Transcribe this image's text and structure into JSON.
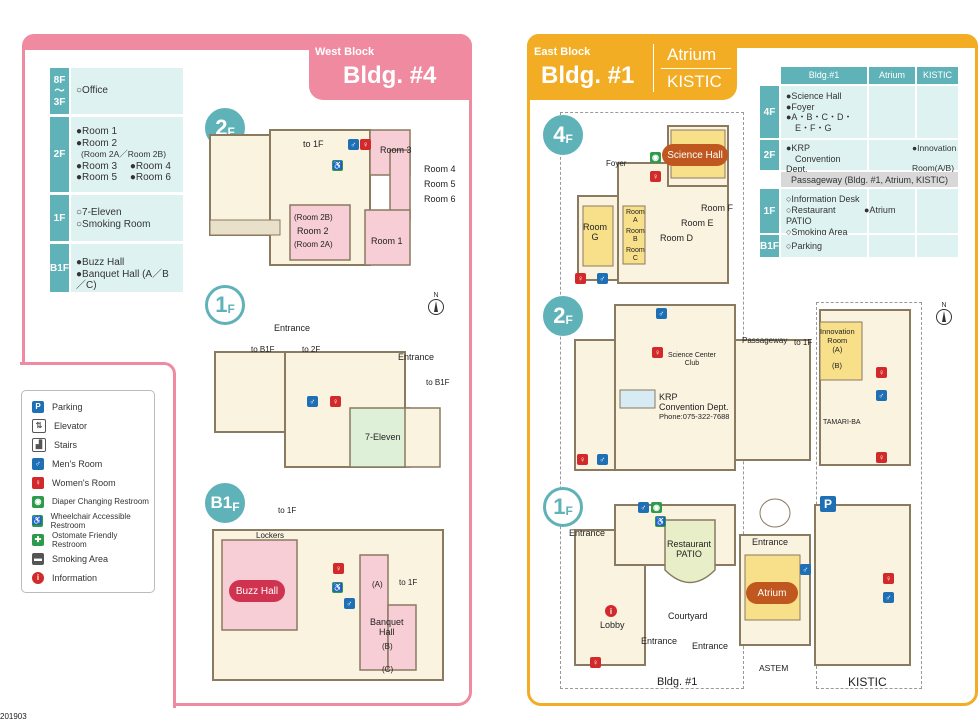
{
  "west": {
    "block_label": "West Block",
    "bldg_label": "Bldg. #4",
    "directory": [
      {
        "floor": "8F\n〜\n3F",
        "items": [
          "○Office"
        ]
      },
      {
        "floor": "2F",
        "items": [
          "●Room 1",
          "●Room 2",
          "(Room 2A／Room 2B)",
          "●Room 3　 ●Room 4",
          "●Room 5　 ●Room 6"
        ]
      },
      {
        "floor": "1F",
        "items": [
          "○7-Eleven",
          "○Smoking Room"
        ]
      },
      {
        "floor": "B1F",
        "items": [
          "●Buzz Hall",
          "●Banquet Hall (A／B／C)"
        ]
      }
    ],
    "floors": {
      "f2": {
        "num": "2",
        "suffix": "F",
        "to1f": "to 1F",
        "room3": "Room 3",
        "room4": "Room 4",
        "room5": "Room 5",
        "room6": "Room 6",
        "room2b": "(Room 2B)",
        "room2": "Room 2",
        "room2a": "(Room 2A)",
        "room1": "Room 1"
      },
      "f1": {
        "num": "1",
        "suffix": "F",
        "entrance1": "Entrance",
        "entrance2": "Entrance",
        "tob1f1": "to B1F",
        "to2f": "to 2F",
        "tob1f2": "to B1F",
        "seven": "7-Eleven",
        "north": "N"
      },
      "b1": {
        "num": "B1",
        "suffix": "F",
        "to1f1": "to 1F",
        "to1f2": "to 1F",
        "lockers": "Lockers",
        "buzz": "Buzz Hall",
        "banquet": "Banquet\nHall",
        "a": "(A)",
        "b": "(B)",
        "c": "(C)"
      }
    }
  },
  "legend": [
    {
      "icon": "parking-icon",
      "color": "#1f6fb5",
      "glyph": "P",
      "label": "Parking"
    },
    {
      "icon": "elevator-icon",
      "color": "#ffffff",
      "glyph": "⇅",
      "label": "Elevator"
    },
    {
      "icon": "stairs-icon",
      "color": "#ffffff",
      "glyph": "▟",
      "label": "Stairs"
    },
    {
      "icon": "mens-room-icon",
      "color": "#1f6fb5",
      "glyph": "♂",
      "label": "Men's Room"
    },
    {
      "icon": "womens-room-icon",
      "color": "#d22a2a",
      "glyph": "♀",
      "label": "Women's Room"
    },
    {
      "icon": "diaper-changing-icon",
      "color": "#2e9a4c",
      "glyph": "◉",
      "label": "Diaper Changing Restroom"
    },
    {
      "icon": "wheelchair-icon",
      "color": "#2e9a4c",
      "glyph": "♿",
      "label": "Wheelchair Accessible Restroom"
    },
    {
      "icon": "ostomate-icon",
      "color": "#2e9a4c",
      "glyph": "✚",
      "label": "Ostomate Friendly Restroom"
    },
    {
      "icon": "smoking-area-icon",
      "color": "#555555",
      "glyph": "▬",
      "label": "Smoking Area"
    },
    {
      "icon": "information-icon",
      "color": "#d22a2a",
      "glyph": "i",
      "label": "Information"
    }
  ],
  "footer_code": "201903",
  "east": {
    "block_label": "East Block",
    "bldg_label": "Bldg. #1",
    "atrium_label": "Atrium",
    "kistic_label": "KISTIC",
    "table": {
      "headers": [
        "Bldg.#1",
        "Atrium",
        "KISTIC"
      ],
      "rows": [
        {
          "floor": "4F",
          "bldg1": [
            "●Science Hall",
            "●Foyer",
            "●A・B・C・D・",
            "　E・F・G"
          ],
          "atrium": [],
          "kistic": []
        },
        {
          "floor": "2F",
          "bldg1": [
            "●KRP",
            "　Convention Dept."
          ],
          "atrium": [],
          "kistic": [
            "●Innovation",
            "　Room(A/B)"
          ]
        },
        {
          "passageway": "Passageway (Bldg. #1, Atrium, KISTIC)"
        },
        {
          "floor": "1F",
          "bldg1": [
            "○Information Desk",
            "○Restaurant PATIO",
            "○Smoking Area"
          ],
          "atrium": [
            "●Atrium"
          ],
          "kistic": []
        },
        {
          "floor": "B1F",
          "bldg1": [
            "○Parking"
          ],
          "atrium": [],
          "kistic": []
        }
      ]
    },
    "floors": {
      "f4": {
        "num": "4",
        "suffix": "F",
        "foyer": "Foyer",
        "science": "Science Hall",
        "roomg": "Room\nG",
        "rooma": "Room\nA",
        "roomb": "Room\nB",
        "roomc": "Room\nC",
        "roomd": "Room D",
        "roome": "Room E",
        "roomf": "Room F"
      },
      "f2": {
        "num": "2",
        "suffix": "F",
        "passageway": "Passageway",
        "to1f": "to 1F",
        "innovation": "Innovation\nRoom\n(A)",
        "innob": "(B)",
        "scc": "Science Center\nClub",
        "krp": "KRP\nConvention Dept.",
        "phone": "Phone:075-322-7688",
        "tamariba": "TAMARI-BA",
        "north": "N"
      },
      "f1": {
        "num": "1",
        "suffix": "F",
        "entrance1": "Entrance",
        "patio": "Restaurant\nPATIO",
        "entrance2": "Entrance",
        "lobby": "Lobby",
        "courtyard": "Courtyard",
        "entrance3": "Entrance",
        "entrance4": "Entrance",
        "atrium": "Atrium",
        "astem": "ASTEM",
        "bldg1": "Bldg. #1",
        "kistic": "KISTIC"
      }
    }
  }
}
